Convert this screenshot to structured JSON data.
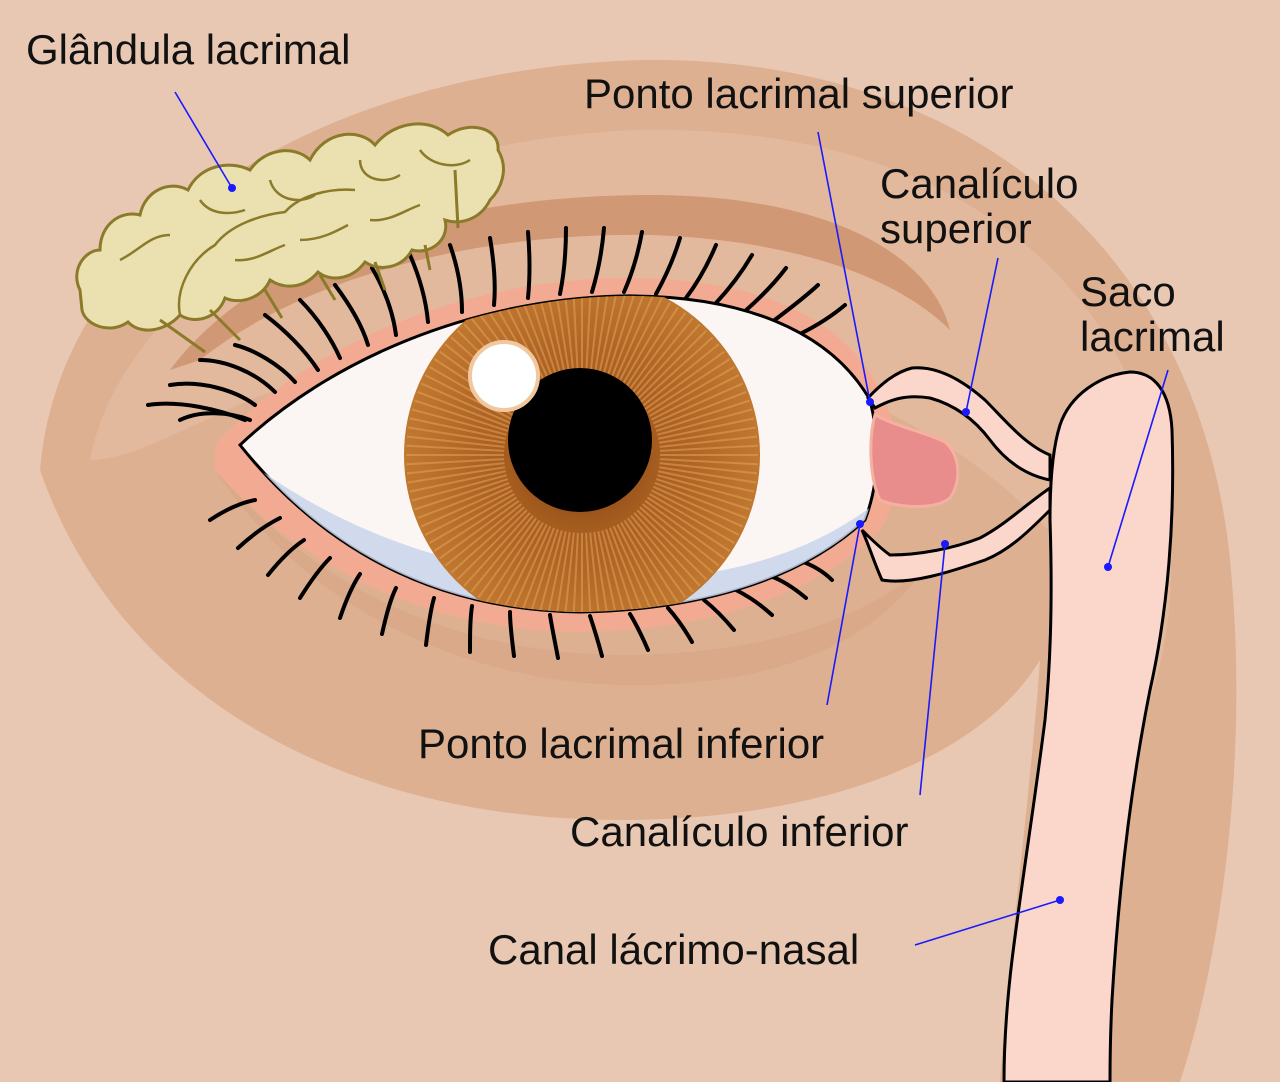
{
  "labels": {
    "lacrimal_gland": "Glândula lacrimal",
    "superior_punctum": "Ponto lacrimal superior",
    "superior_canaliculus_line1": "Canalículo",
    "superior_canaliculus_line2": "superior",
    "lacrimal_sac_line1": "Saco",
    "lacrimal_sac_line2": "lacrimal",
    "inferior_punctum": "Ponto lacrimal inferior",
    "inferior_canaliculus": "Canalículo inferior",
    "nasolacrimal_duct": "Canal lácrimo-nasal"
  },
  "colors": {
    "skin": "#e8c8b2",
    "orbit_shadow": "#d9a886",
    "brow_fold": "#c98e68",
    "gland": "#ebe1b0",
    "gland_outline": "#8a7a2a",
    "sclera": "#fbf6f4",
    "iris": "#b86e2a",
    "pupil": "#000000",
    "caruncle": "#e98c8c",
    "duct": "#fbd6cb",
    "pointer": "#1a1aff"
  }
}
